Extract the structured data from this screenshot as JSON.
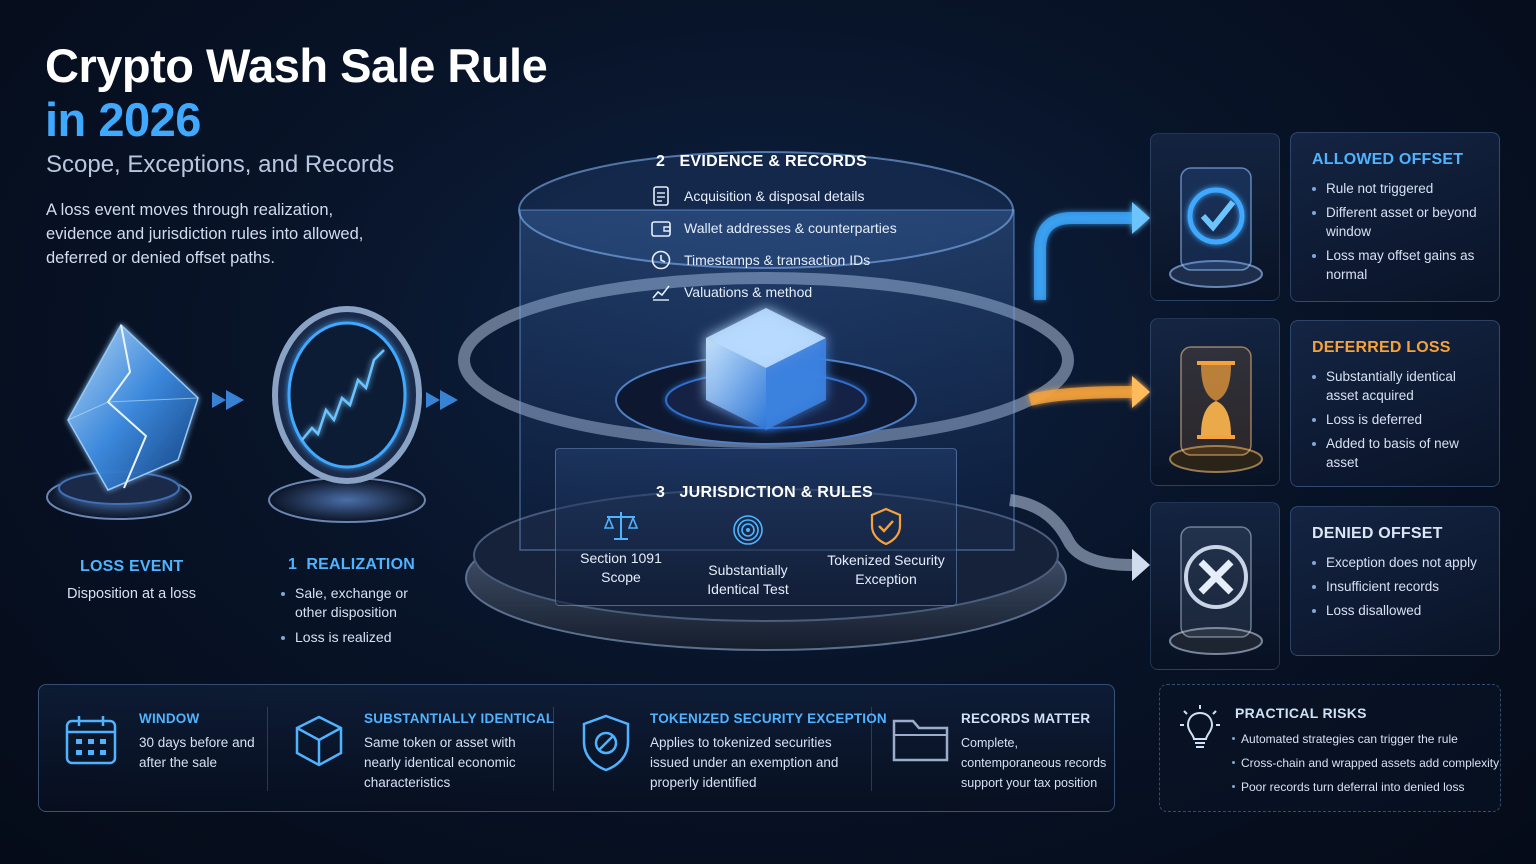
{
  "header": {
    "title_line1": "Crypto Wash Sale Rule",
    "title_line2": "in 2026",
    "subtitle": "Scope, Exceptions, and Records",
    "intro": "A loss event moves through realization, evidence and jurisdiction rules into allowed, deferred or denied offset paths."
  },
  "loss_event": {
    "label": "LOSS EVENT",
    "text": "Disposition at a loss"
  },
  "realization": {
    "number": "1",
    "label": "REALIZATION",
    "bullets": [
      "Sale, exchange or other disposition",
      "Loss is realized"
    ]
  },
  "evidence": {
    "number": "2",
    "label": "EVIDENCE & RECORDS",
    "items": [
      {
        "icon": "document-icon",
        "text": "Acquisition & disposal details"
      },
      {
        "icon": "wallet-icon",
        "text": "Wallet addresses & counterparties"
      },
      {
        "icon": "clock-icon",
        "text": "Timestamps & transaction IDs"
      },
      {
        "icon": "chart-icon",
        "text": "Valuations & method"
      }
    ]
  },
  "jurisdiction": {
    "number": "3",
    "label": "JURISDICTION & RULES",
    "items": [
      {
        "icon": "scales-icon",
        "line1": "Section 1091",
        "line2": "Scope"
      },
      {
        "icon": "fingerprint-icon",
        "line1": "Substantially",
        "line2": "Identical Test"
      },
      {
        "icon": "shield-check-icon",
        "line1": "Tokenized Security",
        "line2": "Exception"
      }
    ]
  },
  "outcomes": [
    {
      "icon": "checkmark-icon",
      "title": "ALLOWED OFFSET",
      "color": "#4fb3ff",
      "bullets": [
        "Rule not triggered",
        "Different asset or beyond window",
        "Loss may offset gains as normal"
      ]
    },
    {
      "icon": "hourglass-icon",
      "title": "DEFERRED LOSS",
      "color": "#f5a23c",
      "bullets": [
        "Substantially identical asset acquired",
        "Loss is deferred",
        "Added to basis of new asset"
      ]
    },
    {
      "icon": "x-mark-icon",
      "title": "DENIED OFFSET",
      "color": "#dde6f5",
      "bullets": [
        "Exception does not apply",
        "Insufficient records",
        "Loss disallowed"
      ]
    }
  ],
  "features": [
    {
      "icon": "calendar-icon",
      "title": "WINDOW",
      "text": "30 days before and after the sale"
    },
    {
      "icon": "cube-icon",
      "title": "SUBSTANTIALLY IDENTICAL",
      "text": "Same token or asset with nearly identical economic characteristics"
    },
    {
      "icon": "shield-icon",
      "title": "TOKENIZED SECURITY EXCEPTION",
      "text": "Applies to tokenized securities issued under an exemption and properly identified"
    },
    {
      "icon": "folder-icon",
      "title": "RECORDS MATTER",
      "text": "Complete, contemporaneous records support your tax position"
    }
  ],
  "risks": {
    "icon": "lightbulb-icon",
    "title": "PRACTICAL RISKS",
    "bullets": [
      "Automated strategies can trigger the rule",
      "Cross-chain and wrapped assets add complexity",
      "Poor records turn deferral into denied loss"
    ]
  },
  "colors": {
    "accent_blue": "#3fa9ff",
    "accent_orange": "#f5a23c",
    "background": "#081429"
  }
}
